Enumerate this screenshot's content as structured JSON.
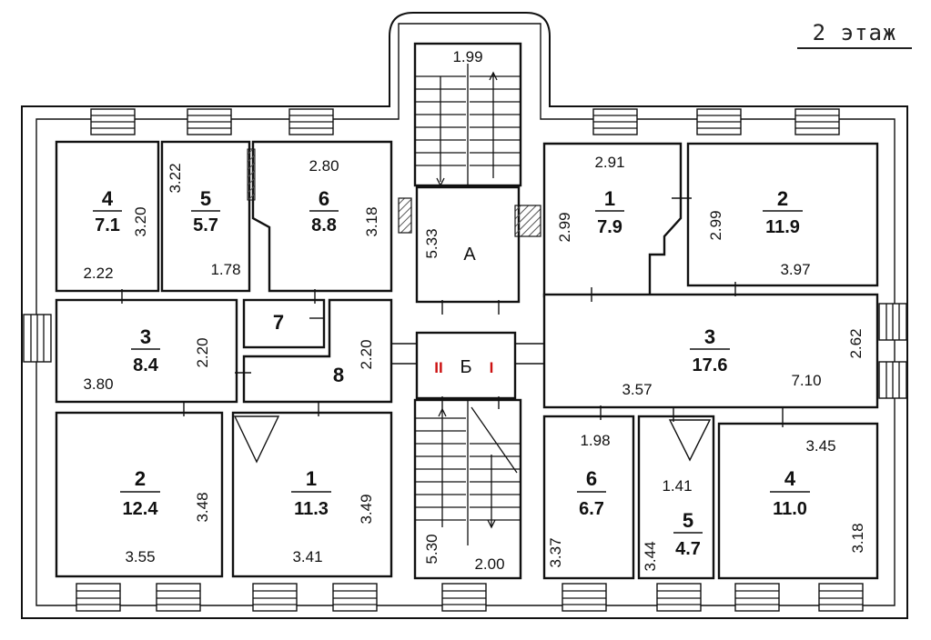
{
  "floor_label": "2 этаж",
  "colors": {
    "line": "#111111",
    "red_mark": "#cc1111",
    "hatch": "#555555"
  },
  "rooms_left": [
    {
      "id": "4",
      "area": "7.1"
    },
    {
      "id": "5",
      "area": "5.7"
    },
    {
      "id": "6",
      "area": "8.8"
    },
    {
      "id": "7",
      "area": ""
    },
    {
      "id": "3",
      "area": "8.4"
    },
    {
      "id": "8",
      "area": ""
    },
    {
      "id": "2",
      "area": "12.4"
    },
    {
      "id": "1",
      "area": "11.3"
    }
  ],
  "rooms_right": [
    {
      "id": "1",
      "area": "7.9"
    },
    {
      "id": "2",
      "area": "11.9"
    },
    {
      "id": "3",
      "area": "17.6"
    },
    {
      "id": "6",
      "area": "6.7"
    },
    {
      "id": "5",
      "area": "4.7"
    },
    {
      "id": "4",
      "area": "11.0"
    }
  ],
  "stair_labels": [
    "А",
    "Б"
  ],
  "dimensions": {
    "stair_top": "1.99",
    "stair_bottom": "2.00",
    "stair_a_height": "5.33",
    "stair_b_height": "5.30",
    "l4_h": "3.20",
    "l4_w": "2.22",
    "l5_h": "3.22",
    "l5_w": "1.78",
    "l6_w": "2.80",
    "l6_h": "3.18",
    "l3_h": "2.20",
    "l3_w": "3.80",
    "l8_h": "2.20",
    "l2_h": "3.48",
    "l2_w": "3.55",
    "l1_h": "3.49",
    "l1_w": "3.41",
    "r1_w": "2.91",
    "r1_h": "2.99",
    "r2_h": "2.99",
    "r2_w": "3.97",
    "r3_w": "3.57",
    "r3_w2": "7.10",
    "r3_h": "2.62",
    "r6_w": "1.98",
    "r6_h": "3.37",
    "r5_w": "1.41",
    "r5_h": "3.44",
    "r4_w": "3.45",
    "r4_h": "3.18"
  },
  "stair_markers": {
    "left": "II",
    "right": "I"
  }
}
